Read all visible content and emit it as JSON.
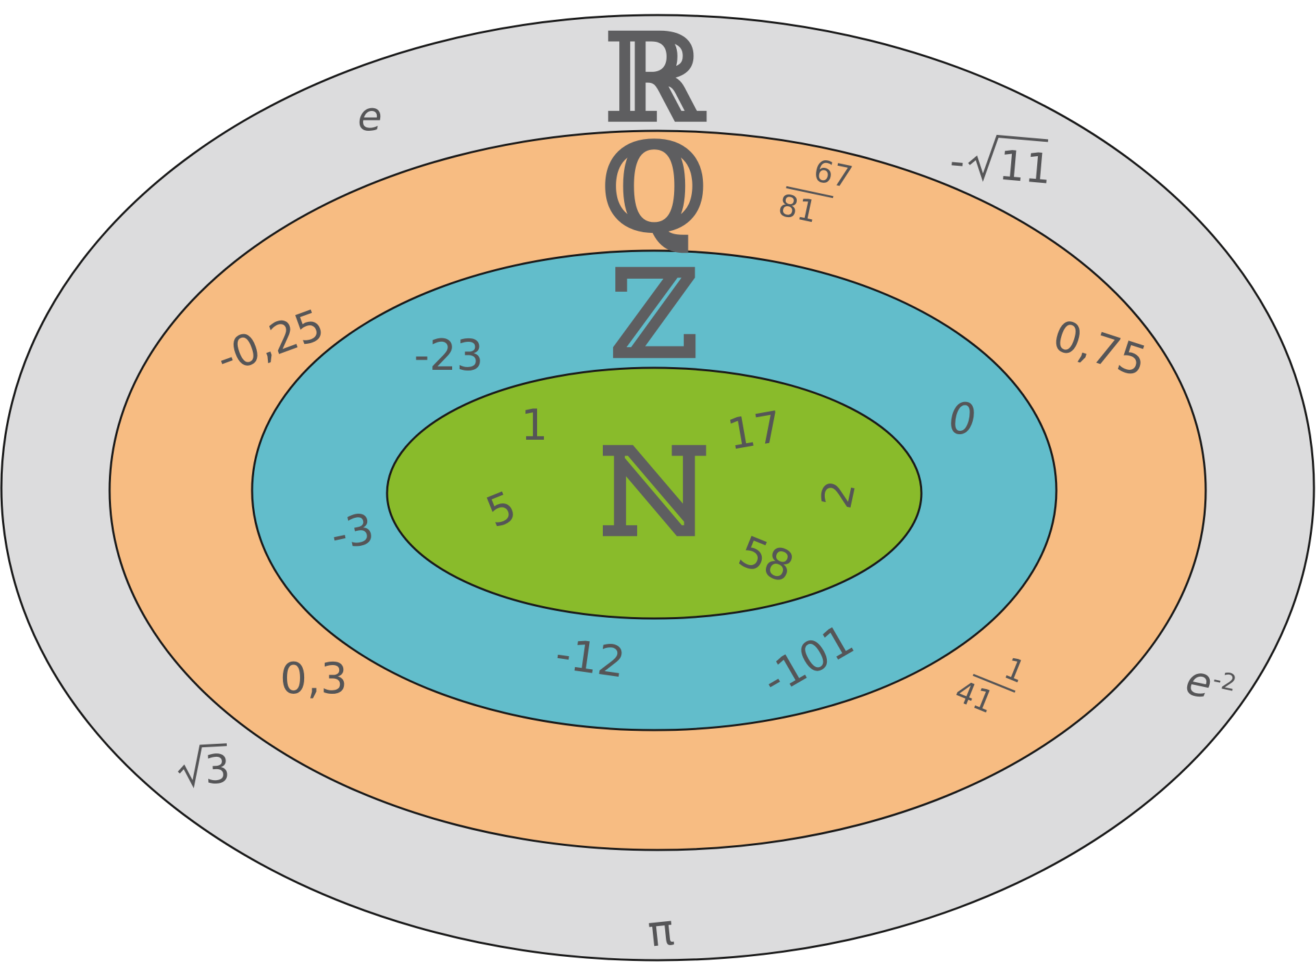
{
  "sets": {
    "reals": {
      "symbol": "ℝ",
      "color": "#dcdcdd"
    },
    "rationals": {
      "symbol": "ℚ",
      "color": "#f7bc82"
    },
    "integers": {
      "symbol": "ℤ",
      "color": "#62bdcb"
    },
    "naturals": {
      "symbol": "ℕ",
      "color": "#89bb2b"
    }
  },
  "reals_examples": {
    "e": "e",
    "neg_sqrt11_sign": "-",
    "neg_sqrt11_radicand": "11",
    "e_power_base": "e",
    "e_power_exp": "-2",
    "pi": "π",
    "sqrt3_radicand": "3"
  },
  "rationals_examples": {
    "frac_67_81_num": "67",
    "frac_67_81_den": "81",
    "neg_0_25": "-0,25",
    "dec_0_75": "0,75",
    "dec_0_3": "0,3",
    "frac_1_41_num": "1",
    "frac_1_41_den": "41"
  },
  "integers_examples": {
    "neg_23": "-23",
    "zero": "0",
    "neg_3": "-3",
    "neg_12": "-12",
    "neg_101": "-101"
  },
  "naturals_examples": {
    "one": "1",
    "seventeen": "17",
    "five": "5",
    "two": "2",
    "fiftyeight": "58"
  }
}
